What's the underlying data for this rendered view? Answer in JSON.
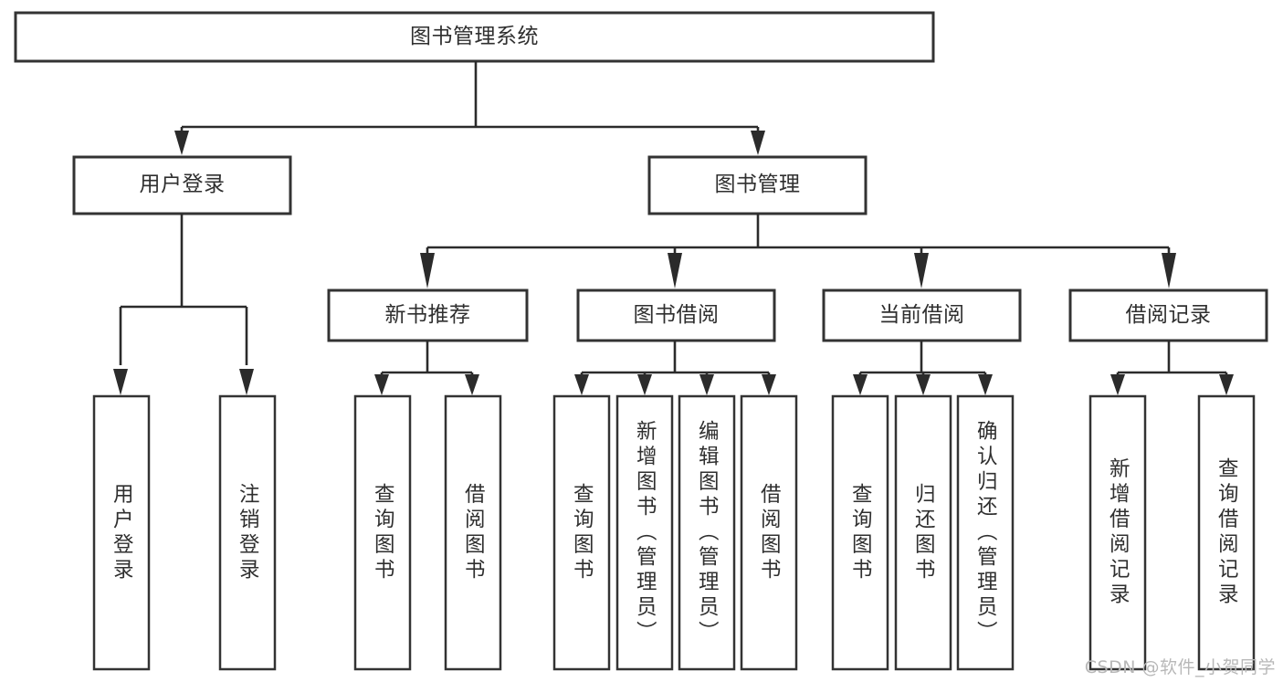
{
  "diagram": {
    "title": "图书管理系统",
    "type": "tree-hierarchy-diagram",
    "watermark": "CSDN @软件_小贺同学",
    "colors": {
      "background": "#ffffff",
      "box_stroke": "#333333",
      "connector": "#2b2b2b",
      "text": "#2f2f2f",
      "watermark": "#b8b8b8"
    },
    "nodes": {
      "root": {
        "label": "图书管理系统",
        "level": 1
      },
      "level2": [
        {
          "id": "user-login",
          "label": "用户登录"
        },
        {
          "id": "book-management",
          "label": "图书管理"
        }
      ],
      "level3": [
        {
          "id": "new-book-recommend",
          "label": "新书推荐",
          "parent": "book-management"
        },
        {
          "id": "book-borrow",
          "label": "图书借阅",
          "parent": "book-management"
        },
        {
          "id": "current-borrow",
          "label": "当前借阅",
          "parent": "book-management"
        },
        {
          "id": "borrow-record",
          "label": "借阅记录",
          "parent": "book-management"
        }
      ],
      "leaves": {
        "user-login": [
          {
            "id": "leaf-user-login",
            "label": "用户登录"
          },
          {
            "id": "leaf-user-logout",
            "label": "注销登录"
          }
        ],
        "new-book-recommend": [
          {
            "id": "leaf-query-book-1",
            "label": "查询图书"
          },
          {
            "id": "leaf-borrow-book-1",
            "label": "借阅图书"
          }
        ],
        "book-borrow": [
          {
            "id": "leaf-query-book-2",
            "label": "查询图书"
          },
          {
            "id": "leaf-add-book",
            "label": "新增图书（管理员）"
          },
          {
            "id": "leaf-edit-book",
            "label": "编辑图书（管理员）"
          },
          {
            "id": "leaf-borrow-book-2",
            "label": "借阅图书"
          }
        ],
        "current-borrow": [
          {
            "id": "leaf-query-book-3",
            "label": "查询图书"
          },
          {
            "id": "leaf-return-book",
            "label": "归还图书"
          },
          {
            "id": "leaf-confirm-return",
            "label": "确认归还（管理员）"
          }
        ],
        "borrow-record": [
          {
            "id": "leaf-add-record",
            "label": "新增借阅记录"
          },
          {
            "id": "leaf-query-record",
            "label": "查询借阅记录"
          }
        ]
      }
    }
  }
}
